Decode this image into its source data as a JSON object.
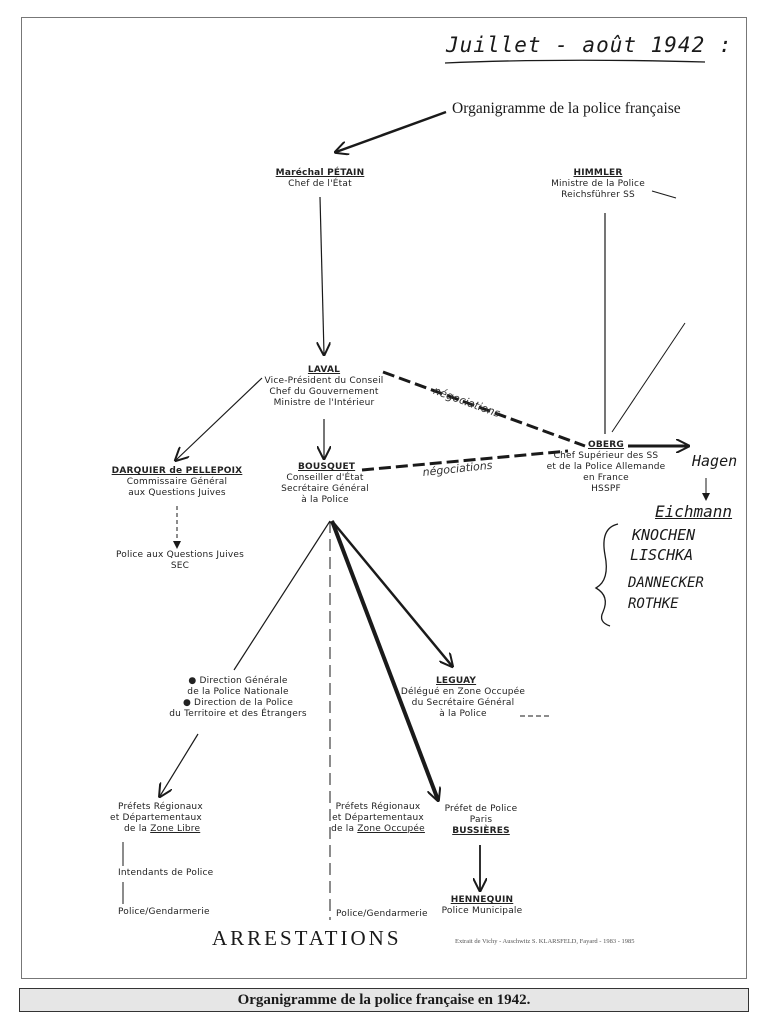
{
  "handwritten_date": "Juillet - août 1942 :",
  "title": "Organigramme de la police française",
  "nodes": {
    "petain": {
      "name": "Maréchal PÉTAIN",
      "lines": [
        "Chef de l'État"
      ]
    },
    "himmler": {
      "name": "HIMMLER",
      "lines": [
        "Ministre de la Police",
        "Reichsführer SS"
      ]
    },
    "laval": {
      "name": "LAVAL",
      "lines": [
        "Vice-Président du Conseil",
        "Chef du Gouvernement",
        "Ministre de l'Intérieur"
      ]
    },
    "darquier": {
      "name": "DARQUIER de PELLEPOIX",
      "lines": [
        "Commissaire Général",
        "aux Questions Juives"
      ]
    },
    "bousquet": {
      "name": "BOUSQUET",
      "lines": [
        "Conseiller d'État",
        "Secrétaire Général",
        "à la Police"
      ]
    },
    "oberg": {
      "name": "OBERG",
      "lines": [
        "Chef Supérieur des SS",
        "et de la Police Allemande",
        "en France",
        "HSSPF"
      ]
    },
    "pqj": {
      "lines": [
        "Police aux Questions Juives",
        "SEC"
      ]
    },
    "direction": {
      "lines": [
        "● Direction Générale",
        "de la Police Nationale",
        "● Direction de la Police",
        "du Territoire et des Étrangers"
      ]
    },
    "leguay": {
      "name": "LEGUAY",
      "lines": [
        "Délégué en Zone Occupée",
        "du Secrétaire Général",
        "à la Police"
      ]
    },
    "prefets_libre": {
      "lines": [
        "Préfets Régionaux",
        "et Départementaux",
        "de la"
      ],
      "zone": "Zone Libre"
    },
    "prefets_occupee": {
      "lines": [
        "Préfets Régionaux",
        "et Départementaux",
        "de la"
      ],
      "zone": "Zone Occupée"
    },
    "prefet_paris": {
      "lines": [
        "Préfet de Police",
        "Paris"
      ],
      "name": "BUSSIÈRES"
    },
    "intendants": {
      "lines": [
        "Intendants de Police"
      ]
    },
    "gendarmerie_libre": {
      "lines": [
        "Police/Gendarmerie"
      ]
    },
    "gendarmerie_occupee": {
      "lines": [
        "Police/Gendarmerie"
      ]
    },
    "hennequin": {
      "name": "HENNEQUIN",
      "lines": [
        "Police Municipale"
      ]
    }
  },
  "negociations_label_1": "négociations",
  "negociations_label_2": "négociations",
  "handwritten_names": {
    "hagen": "Hagen",
    "eichmann": "Eichmann",
    "knochen": "KNOCHEN",
    "lischka": "LISCHKA",
    "dannecker": "DANNECKER",
    "rothke": "ROTHKE"
  },
  "arrestations": "ARRESTATIONS",
  "source": "Extrait de Vichy - Auschwitz  S. KLARSFELD, Fayard - 1983 - 1985",
  "caption": "Organigramme de la police française en 1942."
}
